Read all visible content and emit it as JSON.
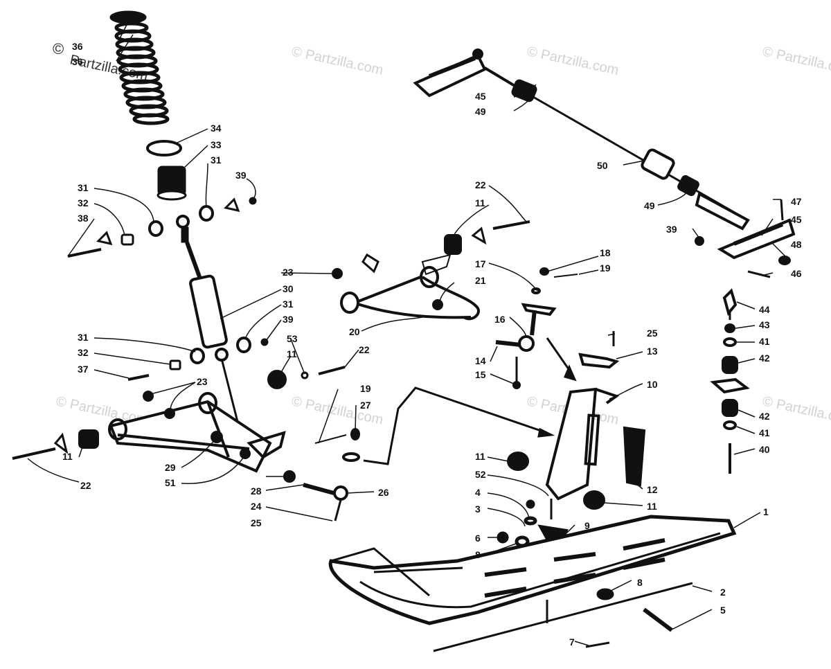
{
  "watermark": {
    "copyright": "© Partzilla.com",
    "top_left_a": "©",
    "top_left_b": "Partzilla.com"
  },
  "callouts": {
    "c1": "1",
    "c2": "2",
    "c3": "3",
    "c4": "4",
    "c5": "5",
    "c6": "6",
    "c7": "7",
    "c8": "8",
    "c9": "9",
    "c10": "10",
    "c11": "11",
    "c12": "12",
    "c13": "13",
    "c14": "14",
    "c15": "15",
    "c16": "16",
    "c17": "17",
    "c18": "18",
    "c19": "19",
    "c20": "20",
    "c21": "21",
    "c22": "22",
    "c23": "23",
    "c24": "24",
    "c25": "25",
    "c26": "26",
    "c27": "27",
    "c28": "28",
    "c29": "29",
    "c30": "30",
    "c31": "31",
    "c32": "32",
    "c33": "33",
    "c34": "34",
    "c36": "36",
    "c37": "37",
    "c38": "38",
    "c39": "39",
    "c40": "40",
    "c41": "41",
    "c42": "42",
    "c43": "43",
    "c44": "44",
    "c45": "45",
    "c46": "46",
    "c47": "47",
    "c48": "48",
    "c49": "49",
    "c50": "50",
    "c51": "51",
    "c52": "52",
    "c53": "53"
  }
}
